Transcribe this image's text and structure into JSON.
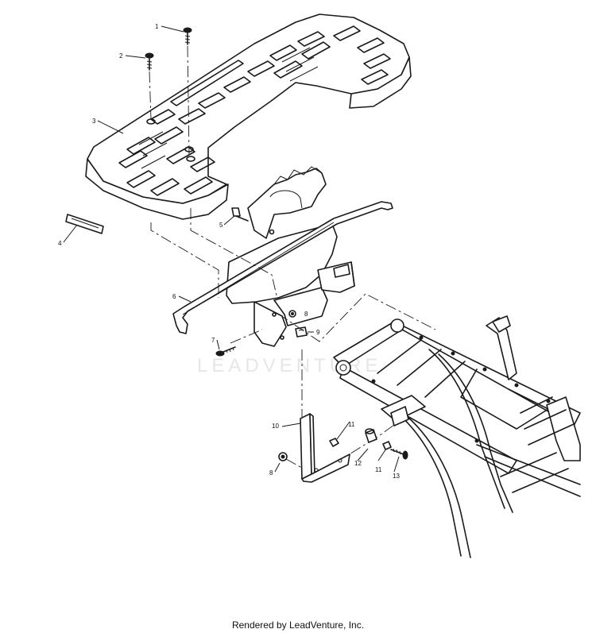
{
  "watermark": "LEADVENTURE",
  "footer": "Rendered by LeadVenture, Inc.",
  "callouts": {
    "c1": "1",
    "c2": "2",
    "c3": "3",
    "c4": "4",
    "c5": "5",
    "c6": "6",
    "c7": "7",
    "c8a": "8",
    "c8b": "8",
    "c9": "9",
    "c10": "10",
    "c11a": "11",
    "c11b": "11",
    "c12": "12",
    "c13": "13"
  }
}
